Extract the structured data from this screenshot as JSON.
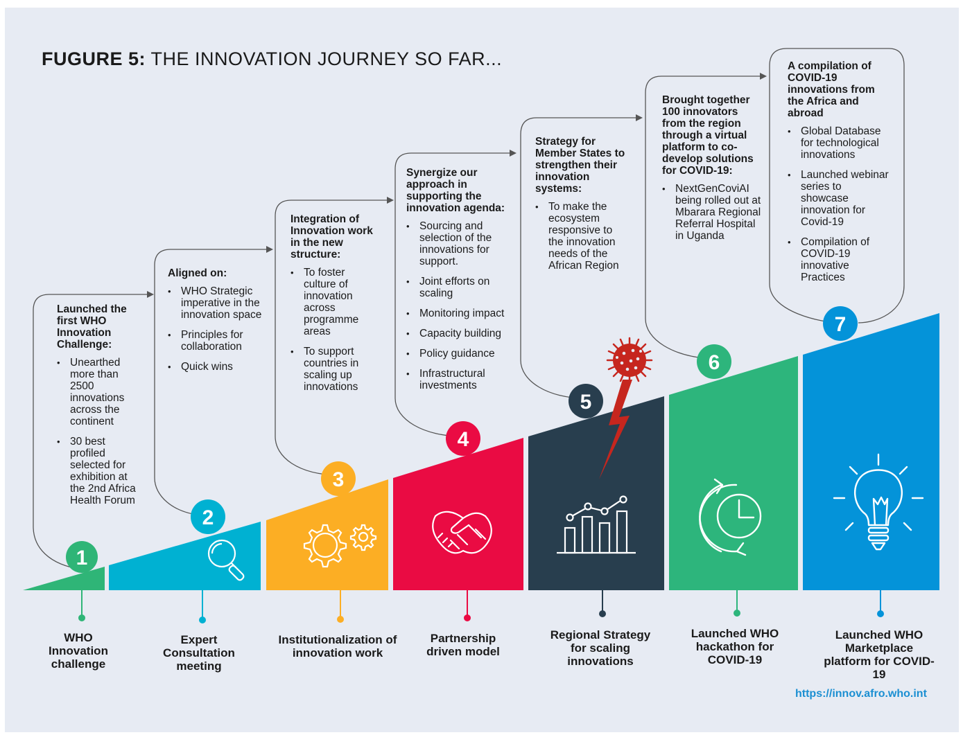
{
  "title": {
    "prefix": "FUGURE 5:",
    "text": "THE INNOVATION JOURNEY SO FAR..."
  },
  "colors": {
    "panel": "#e7ebf3",
    "step1": "#2fb577",
    "step2": "#00b1d2",
    "step3": "#fcae24",
    "step4": "#ea0b43",
    "step5": "#283e4e",
    "step6": "#2db57c",
    "step7": "#0493d9",
    "virus": "#c6261e",
    "url": "#1b8fd2"
  },
  "steps": [
    {
      "number": "1",
      "label": "WHO Innovation challenge",
      "icon": "none",
      "heading": "Launched the first WHO Innovation Challenge:",
      "bullets": [
        "Unearthed more than  2500 innovations across the continent",
        "30 best profiled selected for exhibition at the 2nd Africa Health Forum"
      ]
    },
    {
      "number": "2",
      "label": "Expert Consultation meeting",
      "icon": "magnifier-icon",
      "heading": "Aligned on:",
      "bullets": [
        "WHO Strategic imperative in the innovation space",
        "Principles for collaboration",
        "Quick wins"
      ]
    },
    {
      "number": "3",
      "label": "Institutionalization of innovation work",
      "icon": "gears-icon",
      "heading": "Integration of Innovation work in the new structure:",
      "bullets": [
        "To foster culture of innovation across programme areas",
        "To support countries in scaling up innovations"
      ]
    },
    {
      "number": "4",
      "label": "Partnership driven model",
      "icon": "handshake-icon",
      "heading": "Synergize our approach in supporting the innovation agenda:",
      "bullets": [
        "Sourcing and selection of the innovations for support.",
        "Joint efforts on scaling",
        "Monitoring impact",
        "Capacity building",
        "Policy guidance",
        "Infrastructural investments"
      ]
    },
    {
      "number": "5",
      "label": "Regional Strategy for scaling innovations",
      "icon": "growth-chart-icon",
      "heading": "Strategy for Member States to strengthen their innovation systems:",
      "bullets": [
        "To make the ecosystem responsive to the innovation needs of the African Region"
      ]
    },
    {
      "number": "6",
      "label": "Launched WHO hackathon for COVID-19",
      "icon": "clock-cycle-icon",
      "heading": "Brought together 100 innovators from the region through a virtual platform to co-develop solutions for COVID-19:",
      "bullets": [
        "NextGenCoviAI being rolled out at Mbarara Regional Referral Hospital in Uganda"
      ]
    },
    {
      "number": "7",
      "label": "Launched WHO Marketplace platform for COVID-19",
      "icon": "lightbulb-icon",
      "heading": "A compilation of COVID-19 innovations from the Africa and abroad",
      "bullets": [
        "Global Database for technological innovations",
        "Launched webinar series to showcase innovation for Covid-19",
        "Compilation of COVID-19 innovative Practices"
      ]
    }
  ],
  "url": "https://innov.afro.who.int"
}
